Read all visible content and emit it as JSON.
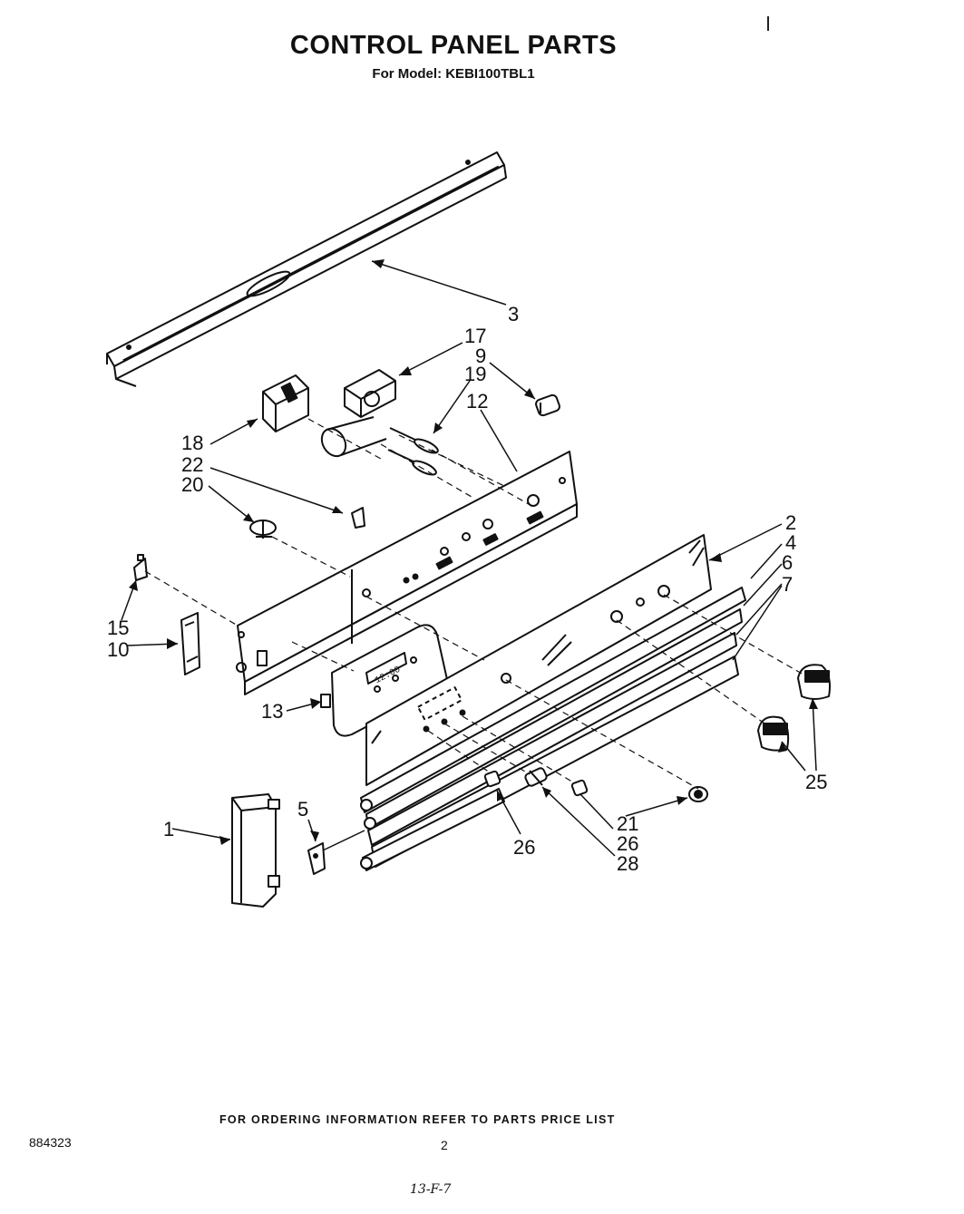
{
  "header": {
    "title": "CONTROL PANEL PARTS",
    "model": "For Model: KEBI100TBL1"
  },
  "diagram": {
    "callouts": [
      {
        "id": "3",
        "label": "3"
      },
      {
        "id": "17",
        "label": "17"
      },
      {
        "id": "9",
        "label": "9"
      },
      {
        "id": "19",
        "label": "19"
      },
      {
        "id": "12",
        "label": "12"
      },
      {
        "id": "18",
        "label": "18"
      },
      {
        "id": "22",
        "label": "22"
      },
      {
        "id": "20",
        "label": "20"
      },
      {
        "id": "2",
        "label": "2"
      },
      {
        "id": "4",
        "label": "4"
      },
      {
        "id": "6",
        "label": "6"
      },
      {
        "id": "7",
        "label": "7"
      },
      {
        "id": "15",
        "label": "15"
      },
      {
        "id": "10",
        "label": "10"
      },
      {
        "id": "13",
        "label": "13"
      },
      {
        "id": "25",
        "label": "25"
      },
      {
        "id": "5",
        "label": "5"
      },
      {
        "id": "1",
        "label": "1"
      },
      {
        "id": "21",
        "label": "21"
      },
      {
        "id": "26a",
        "label": "26"
      },
      {
        "id": "26b",
        "label": "26"
      },
      {
        "id": "28",
        "label": "28"
      }
    ],
    "display_text": "12:00"
  },
  "footer": {
    "ordering_note": "FOR ORDERING INFORMATION REFER TO PARTS PRICE LIST",
    "doc_number": "884323",
    "page_number": "2",
    "handwritten": "13-F-7"
  }
}
